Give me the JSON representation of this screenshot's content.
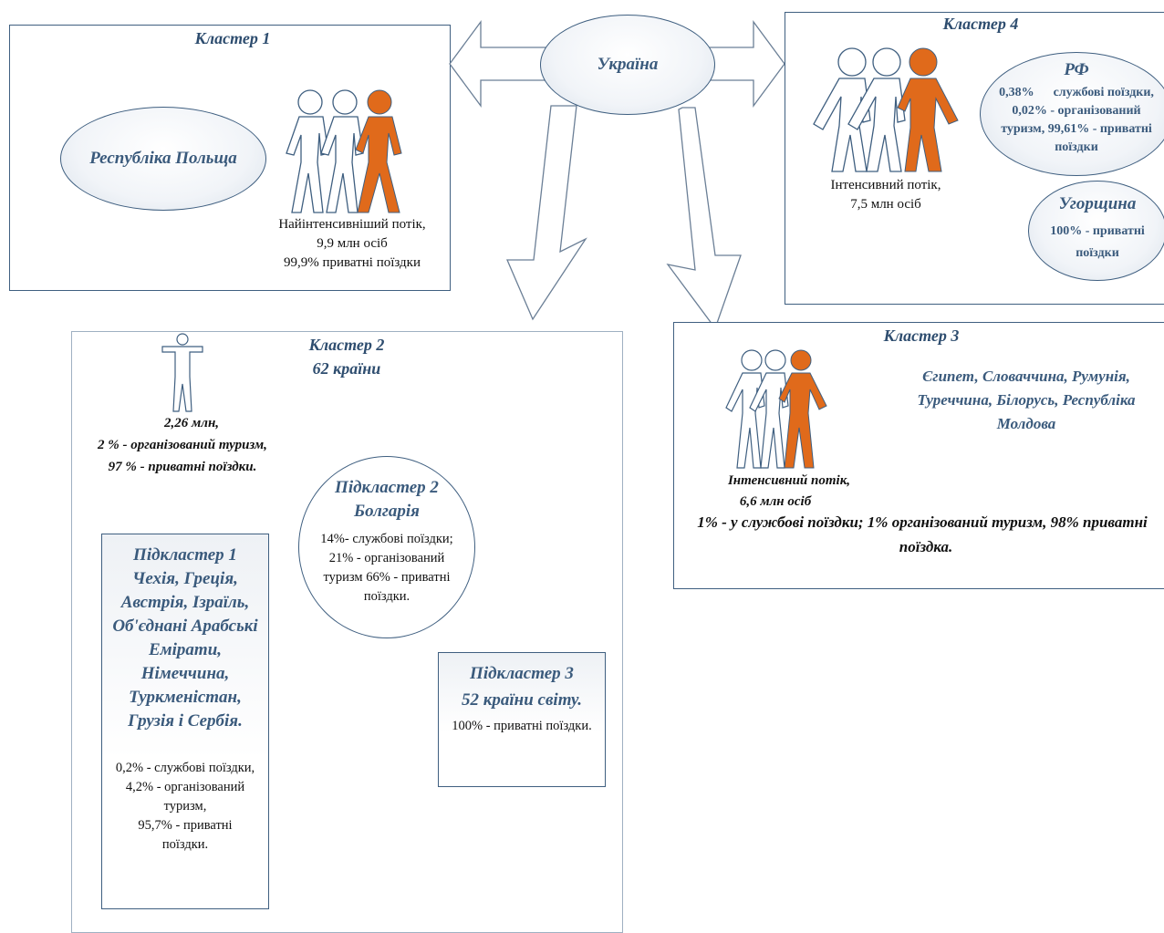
{
  "ukraine": "Україна",
  "cluster1": {
    "title": "Кластер 1",
    "country": "Республіка Польща",
    "flow": "Найінтенсивніший потік,",
    "count": "9,9 млн осіб",
    "share": "99,9% приватні поїздки"
  },
  "cluster4": {
    "title": "Кластер 4",
    "flow": "Інтенсивний потік,",
    "count": "7,5 млн осіб",
    "rf_title": "РФ",
    "rf_line1": "0,38%      службові поїздки,",
    "rf_line2": "0,02% - організований",
    "rf_line3": "туризм, 99,61% - приватні",
    "rf_line4": "поїздки",
    "hu_title": "Угорщина",
    "hu_line1": "100% - приватні",
    "hu_line2": "поїздки"
  },
  "cluster2": {
    "title": "Кластер 2",
    "subtitle": "62 країни",
    "count": "2,26 млн,",
    "line1": "2 % - організований туризм,",
    "line2": "97 % - приватні поїздки.",
    "sub1": {
      "title": "Підкластер 1",
      "countries": [
        "Чехія, Греція,",
        "Австрія, Ізраїль,",
        "Об'єднані Арабські",
        "Емірати,",
        "Німеччина,",
        "Туркменістан,",
        "Грузія і Сербія."
      ],
      "stats": [
        "0,2%  - службові поїздки,",
        "4,2% -  організований",
        "туризм,",
        "95,7% - приватні",
        "поїздки."
      ]
    },
    "sub2": {
      "title": "Підкластер 2",
      "country": "Болгарія",
      "stats": [
        "14%- службові поїздки;",
        "21% - організований",
        "туризм  66% - приватні",
        "поїздки."
      ]
    },
    "sub3": {
      "title": "Підкластер 3",
      "subtitle": "52 країни світу.",
      "stats": "100% - приватні поїздки."
    }
  },
  "cluster3": {
    "title": "Кластер 3",
    "countries": [
      "Єгипет, Словаччина, Румунія,",
      "Туреччина, Білорусь, Республіка",
      "Молдова"
    ],
    "flow": "Інтенсивний потік,",
    "count": "6,6 млн осіб",
    "line1": "1% - у службові поїздки; 1%  організований туризм, 98% приватні",
    "line2": "поїздка."
  },
  "colors": {
    "accent": "#e06a1b",
    "border": "#3f5f80",
    "title": "#2e4d6f"
  }
}
